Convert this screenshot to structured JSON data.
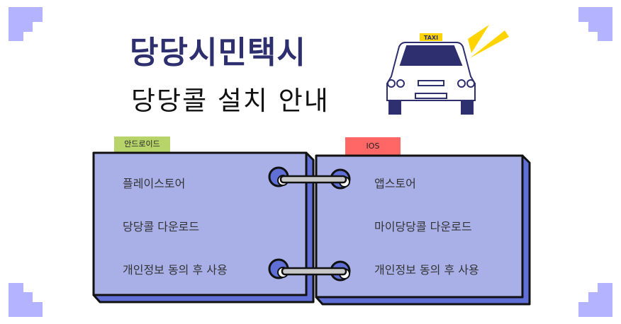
{
  "header": {
    "title": "당당시민택시",
    "subtitle": "당당콜 설치 안내"
  },
  "taxi": {
    "sign": "TAXI",
    "icon": "taxi-icon"
  },
  "android": {
    "tag": "안드로이드",
    "items": [
      "플레이스토어",
      "당당콜 다운로드",
      "개인정보 동의 후 사용"
    ]
  },
  "ios": {
    "tag": "IOS",
    "items": [
      "앱스토어",
      "마이당당콜 다운로드",
      "개인정보 동의 후 사용"
    ]
  },
  "colors": {
    "navy": "#2e2f6e",
    "card": "#a9b0e8",
    "card_edge": "#5f6fd6",
    "android_tag": "#b7d46b",
    "ios_tag": "#ff6666",
    "corner": "#b3b3ff",
    "taxi_yellow": "#ffd400"
  }
}
